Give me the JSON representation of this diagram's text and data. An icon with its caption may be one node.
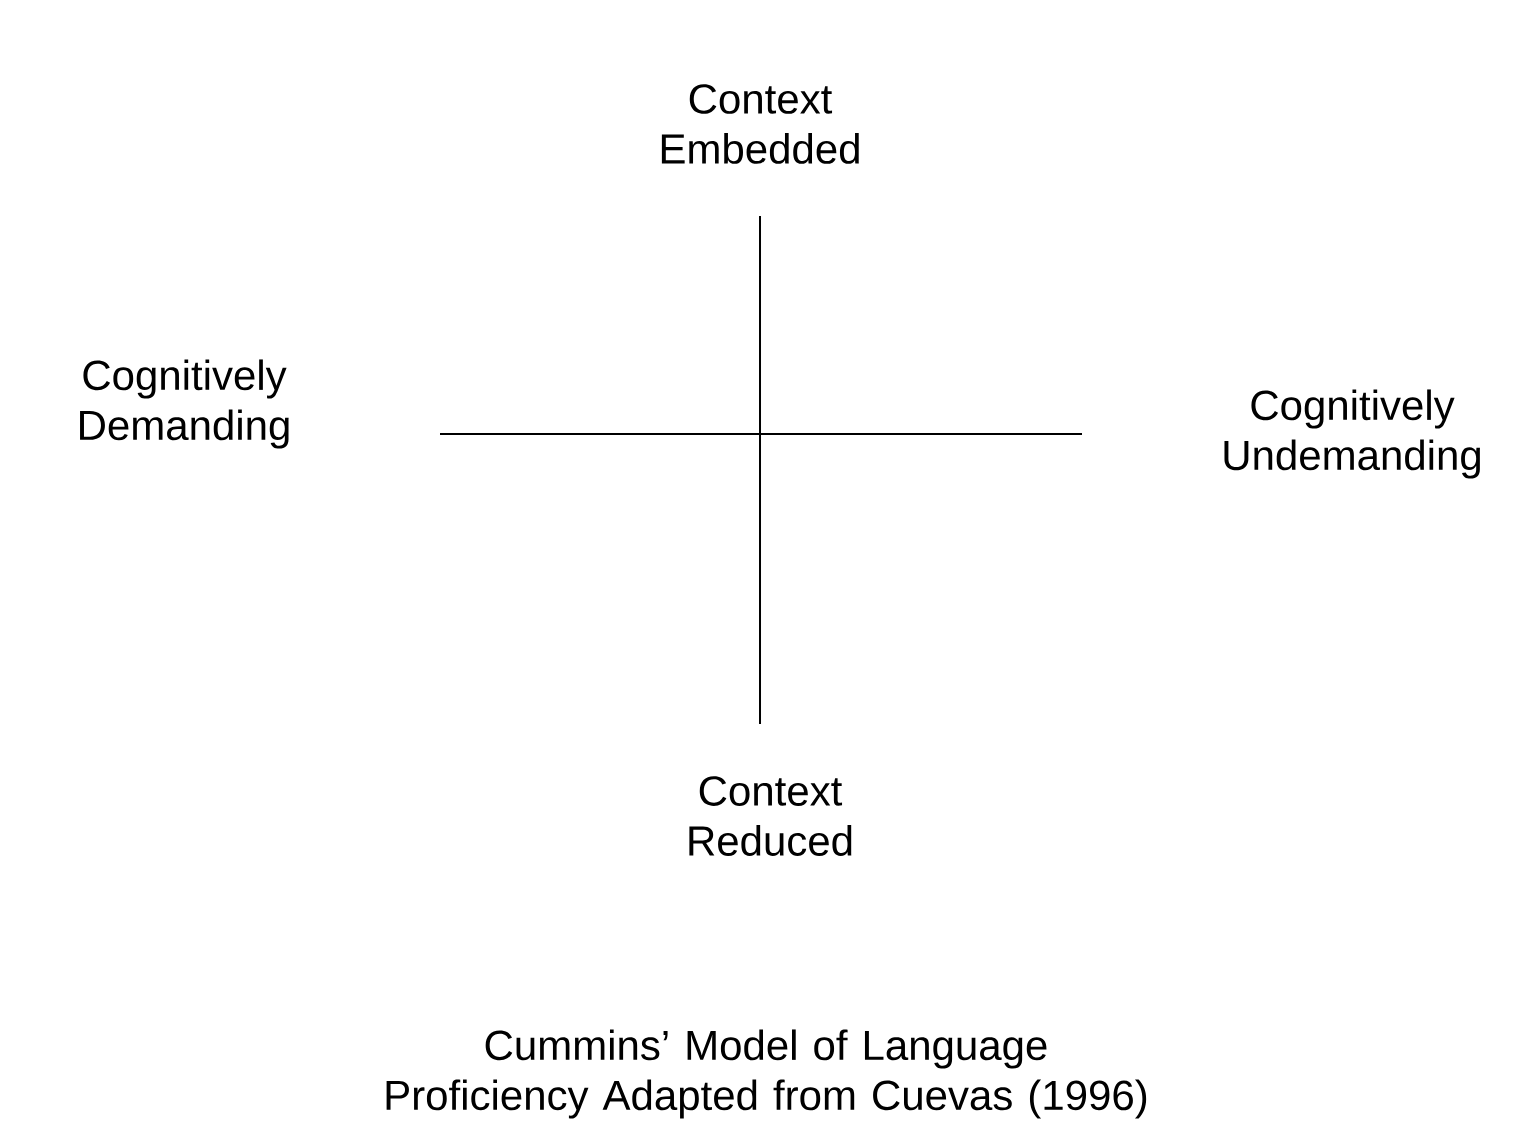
{
  "diagram": {
    "caption": "Cummins’ Model of Language Proficiency Adapted from Cuevas (1996)",
    "labels": [
      "Context Embedded",
      "Cognitively Demanding",
      "Cognitively Undemanding",
      "Context Reduced"
    ]
  }
}
